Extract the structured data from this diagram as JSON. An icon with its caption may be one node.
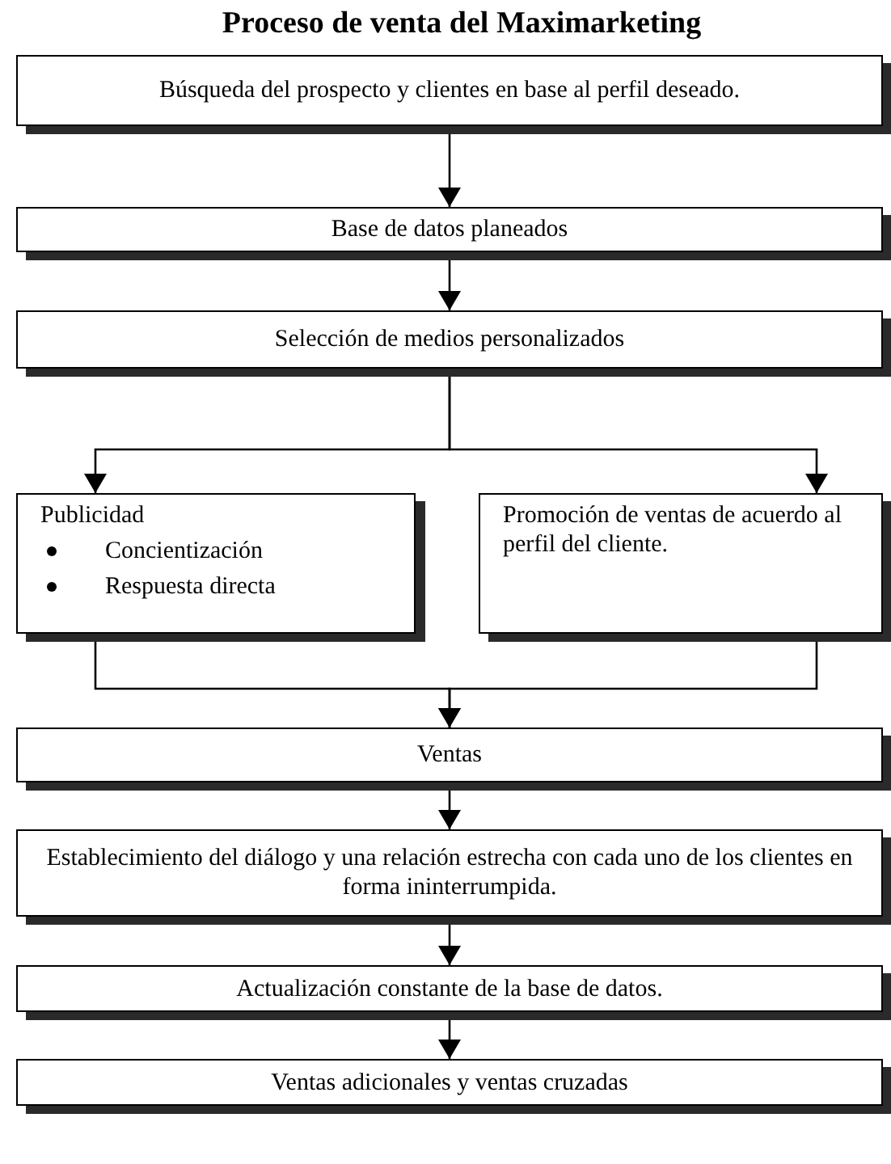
{
  "diagram": {
    "title": "Proceso de venta del Maximarketing",
    "nodes": [
      {
        "text": [
          "Búsqueda del prospecto y clientes en base al perfil deseado."
        ]
      },
      {
        "text": [
          "Base de datos planeados"
        ]
      },
      {
        "text": [
          "Selección de medios personalizados"
        ]
      },
      {
        "text": [
          "Publicidad",
          "Concientización",
          "Respuesta directa"
        ]
      },
      {
        "text": [
          "Promoción de ventas de acuerdo al perfil del cliente."
        ]
      },
      {
        "text": [
          "Ventas"
        ]
      },
      {
        "text": [
          "Establecimiento del diálogo y una relación estrecha con cada uno de los clientes en forma ininterrumpida."
        ]
      },
      {
        "text": [
          "Actualización constante de la base de datos."
        ]
      },
      {
        "text": [
          "Ventas adicionales y ventas cruzadas"
        ]
      }
    ],
    "edges": [
      {
        "from": 0,
        "to": 1,
        "arrow": "to"
      },
      {
        "from": 1,
        "to": 2,
        "arrow": "to"
      },
      {
        "from": 2,
        "to": 3,
        "arrow": "to"
      },
      {
        "from": 2,
        "to": 4,
        "arrow": "to"
      },
      {
        "from": 3,
        "to": 5,
        "arrow": "to"
      },
      {
        "from": 4,
        "to": 5,
        "arrow": "to"
      },
      {
        "from": 5,
        "to": 6,
        "arrow": "to"
      },
      {
        "from": 6,
        "to": 7,
        "arrow": "to"
      },
      {
        "from": 7,
        "to": 8,
        "arrow": "to"
      }
    ]
  }
}
